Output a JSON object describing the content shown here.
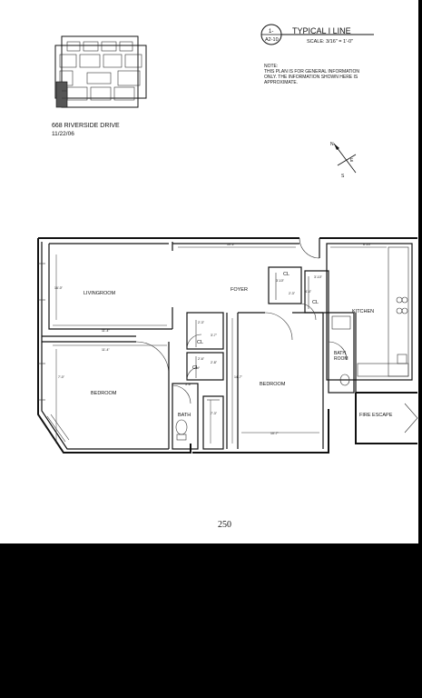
{
  "header": {
    "sheet_code_top": "1-",
    "sheet_code_bottom": "A2-10",
    "title": "TYPICAL I LINE",
    "scale": "SCALE: 3/16\" = 1'-0\"",
    "note_lines": [
      "NOTE:",
      "THIS PLAN IS FOR GENERAL INFORMATION",
      "ONLY. THE INFORMATION SHOWN HERE IS",
      "APPROXIMATE."
    ]
  },
  "keyplan": {
    "address": "668 RIVERSIDE DRIVE",
    "date": "11/22/06"
  },
  "compass": {
    "north": "N",
    "south": "S",
    "east": "E"
  },
  "rooms": {
    "livingroom": "LIVINGROOM",
    "foyer": "FOYER",
    "kitchen": "KITCHEN",
    "bedroom_left": "BEDROOM",
    "bedroom_center": "BEDROOM",
    "bath_left": "BATH",
    "bath_right_1": "BATH",
    "bath_right_2": "ROOM",
    "closet_1": "CL",
    "closet_2": "CL",
    "closet_3": "CL",
    "closet_4": "CL",
    "fire_escape": "FIRE ESCAPE"
  },
  "page_number": "250",
  "colors": {
    "paper": "#ffffff",
    "ink": "#111111",
    "background": "#000000"
  }
}
